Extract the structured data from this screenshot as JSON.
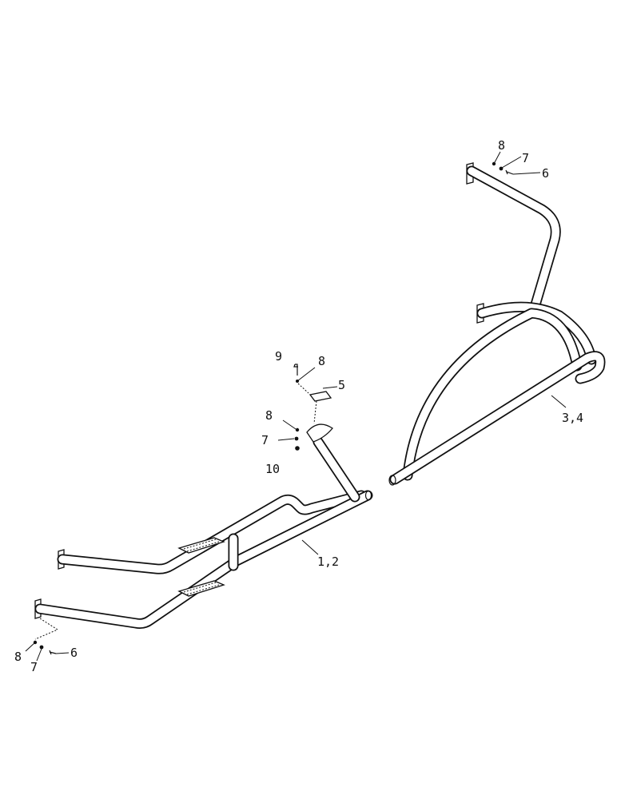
{
  "callouts": {
    "upper_right_8": "8",
    "upper_right_7": "7",
    "upper_right_6": "6",
    "arch_3_4": "3,4",
    "bracket_9": "9",
    "bracket_8_top": "8",
    "bracket_5": "5",
    "bracket_8_mid": "8",
    "bracket_7": "7",
    "bracket_10": "10",
    "step_1_2": "1,2",
    "lower_left_8": "8",
    "lower_left_7": "7",
    "lower_left_6": "6"
  },
  "colors": {
    "line": "#111111",
    "background": "#ffffff"
  }
}
